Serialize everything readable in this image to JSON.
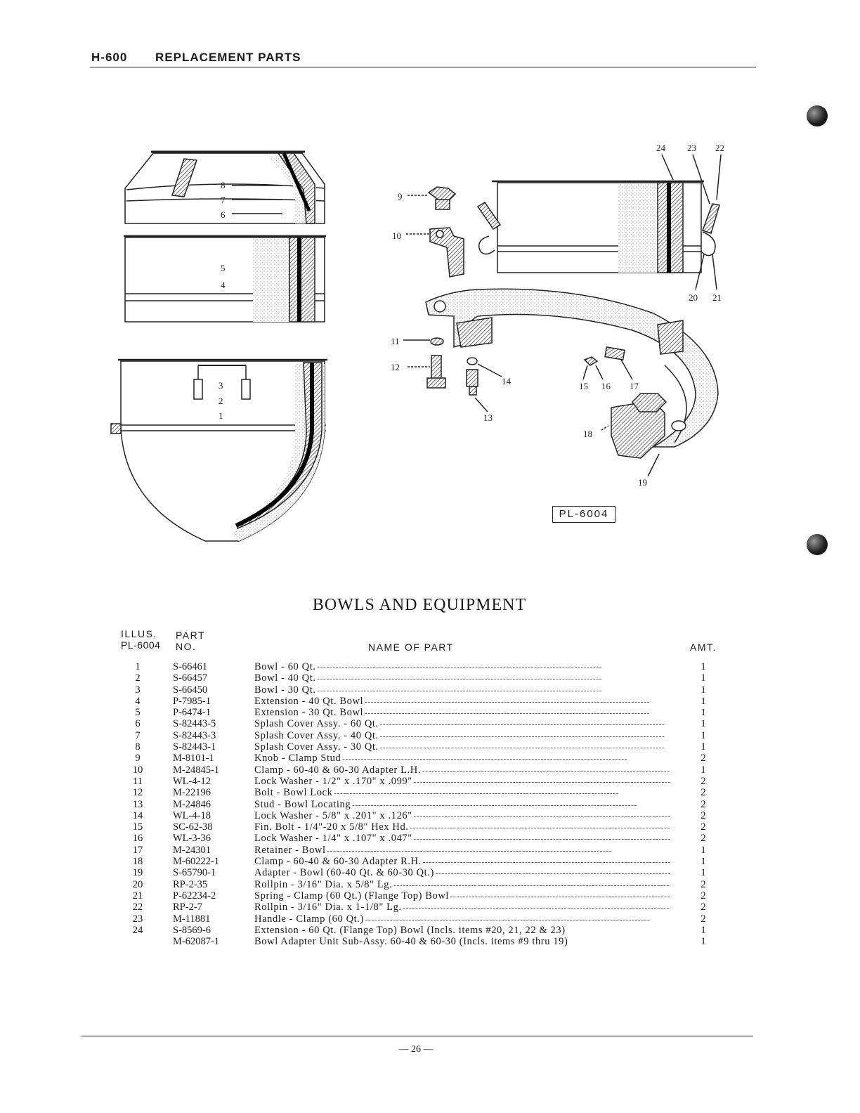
{
  "header": {
    "code": "H-600",
    "title": "REPLACEMENT PARTS"
  },
  "plate_id": "PL-6004",
  "callouts": [
    "1",
    "2",
    "3",
    "4",
    "5",
    "6",
    "7",
    "8",
    "9",
    "10",
    "11",
    "12",
    "13",
    "14",
    "15",
    "16",
    "17",
    "18",
    "19",
    "20",
    "21",
    "22",
    "23",
    "24"
  ],
  "section_title": "BOWLS AND EQUIPMENT",
  "columns": {
    "illus_line1": "ILLUS.",
    "illus_line2": "PL-6004",
    "part_line1": "PART",
    "part_line2": "NO.",
    "name": "NAME OF PART",
    "amt": "AMT."
  },
  "parts": [
    {
      "illus": "1",
      "part_no": "S-66461",
      "name": "Bowl - 60 Qt.",
      "amt": "1"
    },
    {
      "illus": "2",
      "part_no": "S-66457",
      "name": "Bowl - 40 Qt.",
      "amt": "1"
    },
    {
      "illus": "3",
      "part_no": "S-66450",
      "name": "Bowl - 30 Qt.",
      "amt": "1"
    },
    {
      "illus": "4",
      "part_no": "P-7985-1",
      "name": "Extension - 40 Qt. Bowl",
      "amt": "1"
    },
    {
      "illus": "5",
      "part_no": "P-6474-1",
      "name": "Extension - 30 Qt. Bowl",
      "amt": "1"
    },
    {
      "illus": "6",
      "part_no": "S-82443-5",
      "name": "Splash Cover Assy. - 60 Qt.",
      "amt": "1"
    },
    {
      "illus": "7",
      "part_no": "S-82443-3",
      "name": "Splash Cover Assy. - 40 Qt.",
      "amt": "1"
    },
    {
      "illus": "8",
      "part_no": "S-82443-1",
      "name": "Splash Cover Assy. - 30 Qt.",
      "amt": "1"
    },
    {
      "illus": "9",
      "part_no": "M-8101-1",
      "name": "Knob - Clamp Stud",
      "amt": "2"
    },
    {
      "illus": "10",
      "part_no": "M-24845-1",
      "name": "Clamp - 60-40 & 60-30 Adapter L.H.",
      "amt": "1"
    },
    {
      "illus": "11",
      "part_no": "WL-4-12",
      "name": "Lock Washer - 1/2\" x .170\" x .099\"",
      "amt": "2"
    },
    {
      "illus": "12",
      "part_no": "M-22196",
      "name": "Bolt - Bowl Lock",
      "amt": "2"
    },
    {
      "illus": "13",
      "part_no": "M-24846",
      "name": "Stud - Bowl Locating",
      "amt": "2"
    },
    {
      "illus": "14",
      "part_no": "WL-4-18",
      "name": "Lock Washer - 5/8\" x .201\" x .126\"",
      "amt": "2"
    },
    {
      "illus": "15",
      "part_no": "SC-62-38",
      "name": "Fin. Bolt - 1/4\"-20 x 5/8\" Hex Hd.",
      "amt": "2"
    },
    {
      "illus": "16",
      "part_no": "WL-3-36",
      "name": "Lock Washer - 1/4\" x .107\" x .047\"",
      "amt": "2"
    },
    {
      "illus": "17",
      "part_no": "M-24301",
      "name": "Retainer - Bowl",
      "amt": "1"
    },
    {
      "illus": "18",
      "part_no": "M-60222-1",
      "name": "Clamp - 60-40 & 60-30 Adapter R.H.",
      "amt": "1"
    },
    {
      "illus": "19",
      "part_no": "S-65790-1",
      "name": "Adapter - Bowl (60-40 Qt. & 60-30 Qt.)",
      "amt": "1"
    },
    {
      "illus": "20",
      "part_no": "RP-2-35",
      "name": "Rollpin - 3/16\" Dia. x 5/8\" Lg.",
      "amt": "2"
    },
    {
      "illus": "21",
      "part_no": "P-62234-2",
      "name": "Spring - Clamp (60 Qt.) (Flange Top) Bowl",
      "amt": "2"
    },
    {
      "illus": "22",
      "part_no": "RP-2-7",
      "name": "Rollpin - 3/16\" Dia. x 1-1/8\" Lg.",
      "amt": "2"
    },
    {
      "illus": "23",
      "part_no": "M-11881",
      "name": "Handle - Clamp (60 Qt.)",
      "amt": "2"
    },
    {
      "illus": "24",
      "part_no": "S-8569-6",
      "name": "Extension - 60 Qt. (Flange Top) Bowl (Incls. items #20, 21, 22 & 23)",
      "amt": "1",
      "no_leader": true
    },
    {
      "illus": "",
      "part_no": "M-62087-1",
      "name": "Bowl Adapter Unit Sub-Assy. 60-40 & 60-30 (Incls. items #9 thru 19)",
      "amt": "1",
      "no_leader": true
    }
  ],
  "page_number": "— 26 —"
}
